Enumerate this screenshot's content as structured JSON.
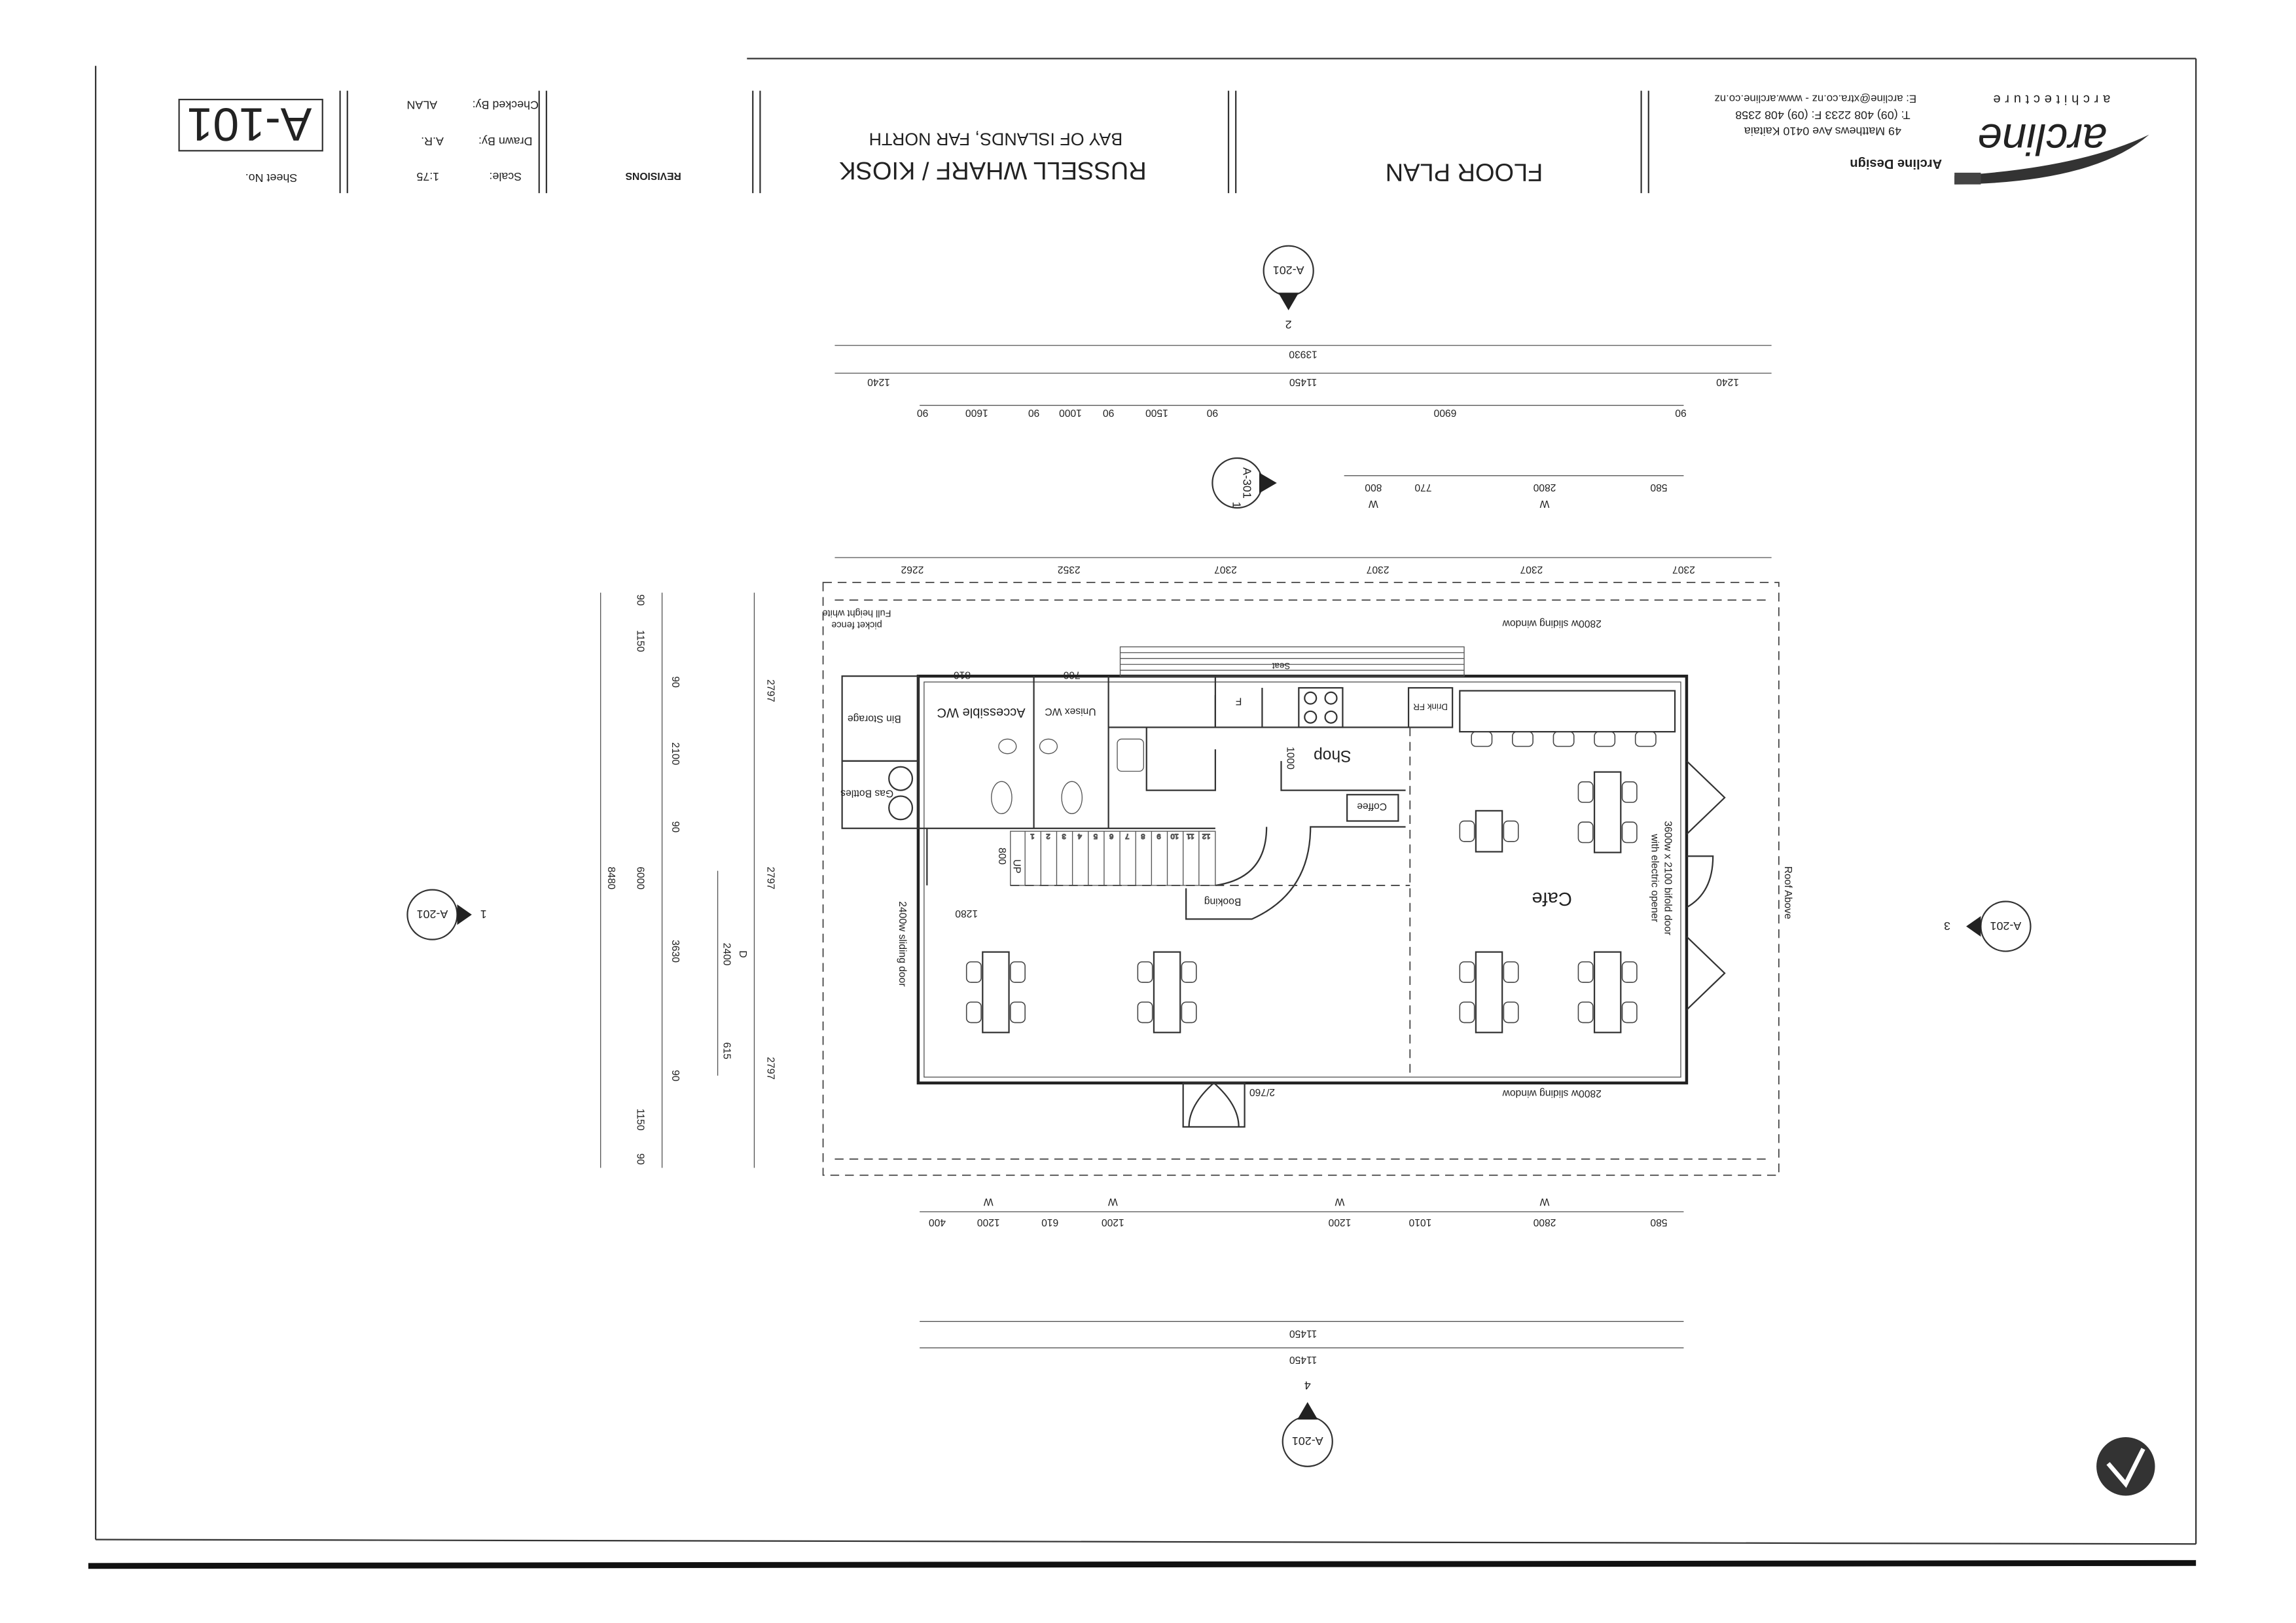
{
  "title_block": {
    "sheet_no_label": "Sheet No.",
    "sheet_no": "A-101",
    "scale_label": "Scale:",
    "scale": "1:75",
    "drawn_by_label": "Drawn By:",
    "drawn_by": "A.R.",
    "checked_by_label": "Checked By:",
    "checked_by": "ALAN",
    "revisions_label": "REVISIONS",
    "project_title": "RUSSELL WHARF / KIOSK",
    "project_location": "BAY OF ISLANDS, FAR NORTH",
    "drawing_title": "FLOOR PLAN",
    "firm_name": "Arcline Design",
    "address": "49 Matthews Ave 0410 Kaitaia",
    "phone_fax": "T: (09) 408 2233     F: (09) 408 2358",
    "email_web": "E: arcline@xtra.co.nz - www.arcline.co.nz",
    "logo_text": "arcline",
    "logo_subtext": "architecture"
  },
  "section_markers": [
    {
      "ref": "A-201",
      "num": "2"
    },
    {
      "ref": "A-301",
      "num": "1"
    },
    {
      "ref": "A-201",
      "num": "1"
    },
    {
      "ref": "A-201",
      "num": "3"
    },
    {
      "ref": "A-201",
      "num": "4"
    }
  ],
  "dimensions": {
    "top_overall": "13930",
    "top_row1": [
      "1240",
      "11450",
      "1240"
    ],
    "top_row2": [
      "90",
      "1600",
      "90",
      "1000",
      "90",
      "1500",
      "90",
      "6900",
      "90"
    ],
    "top_windows": [
      "W",
      "800",
      "770",
      "W",
      "2800",
      "580"
    ],
    "top_grid": [
      "2262",
      "2352",
      "2307",
      "2307",
      "2307",
      "2307"
    ],
    "bottom_windows": [
      "400",
      "1200",
      "W",
      "610",
      "1200",
      "W",
      "1200",
      "W",
      "1010",
      "2800",
      "W",
      "580"
    ],
    "bottom_overall": [
      "11450",
      "11450"
    ],
    "left_overall": "8480",
    "left_col": [
      "90",
      "1150",
      "90",
      "2100",
      "90",
      "6000",
      "3630",
      "90",
      "1150",
      "90"
    ],
    "left_grid": [
      "2797",
      "2797",
      "2797"
    ],
    "left_door": [
      "D",
      "2400",
      "615"
    ],
    "interior": [
      "1000",
      "800",
      "1280",
      "810",
      "760",
      "2/760"
    ]
  },
  "rooms": {
    "cafe": "Cafe",
    "shop": "Shop",
    "coffee": "Coffee",
    "booking": "Booking",
    "accessible_wc": "Accessible WC",
    "unisex_wc": "Unisex WC",
    "bin_storage": "Bin Storage",
    "gas_bottles": "Gas Bottles",
    "fridge": "F",
    "drink_fridge": "Drink FR",
    "seat": "Seat",
    "stairs_up": "UP"
  },
  "notes": {
    "window_top": "2800w sliding window",
    "window_bottom": "2800w sliding window",
    "bifold_door": "3600w x 2100 bifold door",
    "bifold_door2": "with electric opener",
    "sliding_door": "2400w sliding door",
    "fence": "Full height white",
    "fence2": "picket fence",
    "roof_above": "Roof Above"
  },
  "stair_numbers": [
    "1",
    "2",
    "3",
    "4",
    "5",
    "6",
    "7",
    "8",
    "9",
    "10",
    "11",
    "12"
  ]
}
